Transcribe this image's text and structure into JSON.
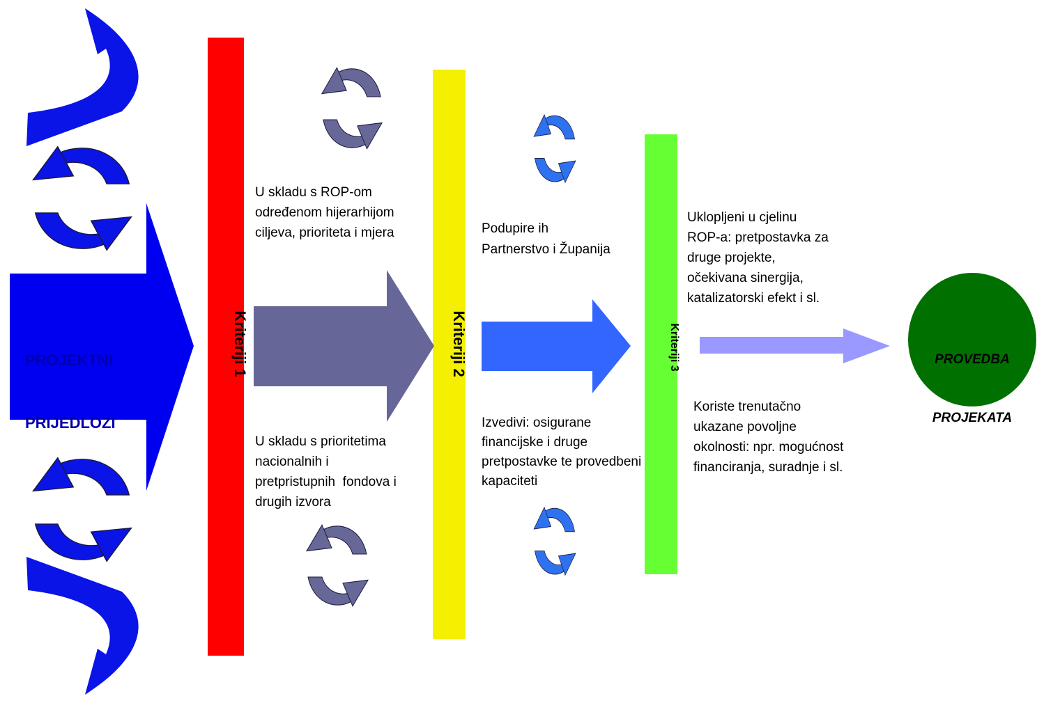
{
  "colors": {
    "big_arrow": "#0000f0",
    "curved_arrow_blue": "#0a14e6",
    "cycle_gray": "#686898",
    "cycle_light_blue": "#2f72f0",
    "arrow_gray": "#666699",
    "arrow_blue": "#3366ff",
    "arrow_lavender": "#9999ff",
    "bar_red": "#ff0000",
    "bar_yellow": "#f5f000",
    "bar_green": "#66ff33",
    "circle_green": "#007000",
    "left_text": "#0000b0"
  },
  "left_block": {
    "line1": "PROJEKTNI",
    "line2": "PRIJEDLOZI"
  },
  "criteria": [
    {
      "label": "Kriteriji 1"
    },
    {
      "label": "Kriteriji 2"
    },
    {
      "label": "Kriteriji 3"
    }
  ],
  "notes": {
    "k1_top": "U skladu s ROP-om\nodređenom hijerarhijom\nciljeva, prioriteta i mjera",
    "k1_bottom": "U skladu s prioritetima\nnacionalnih i\npretpristupnih  fondova i\ndrugih izvora",
    "k2_top": "Podupire ih\nPartnerstvo i Županija",
    "k2_bottom": "Izvedivi: osigurane\nfinancijske i druge\npretpostavke te provedbeni\nkapaciteti",
    "k3_top": "Uklopljeni u cjelinu\nROP-a: pretpostavka za\ndruge projekte,\nočekivana sinergija,\nkatalizatorski efekt i sl.",
    "k3_bottom": "Koriste trenutačno\nukazane povoljne\nokolnosti: npr. mogućnost\nfinanciranja, suradnje i sl."
  },
  "outcome": {
    "line1": "PROVEDBA",
    "line2": "PROJEKATA"
  }
}
